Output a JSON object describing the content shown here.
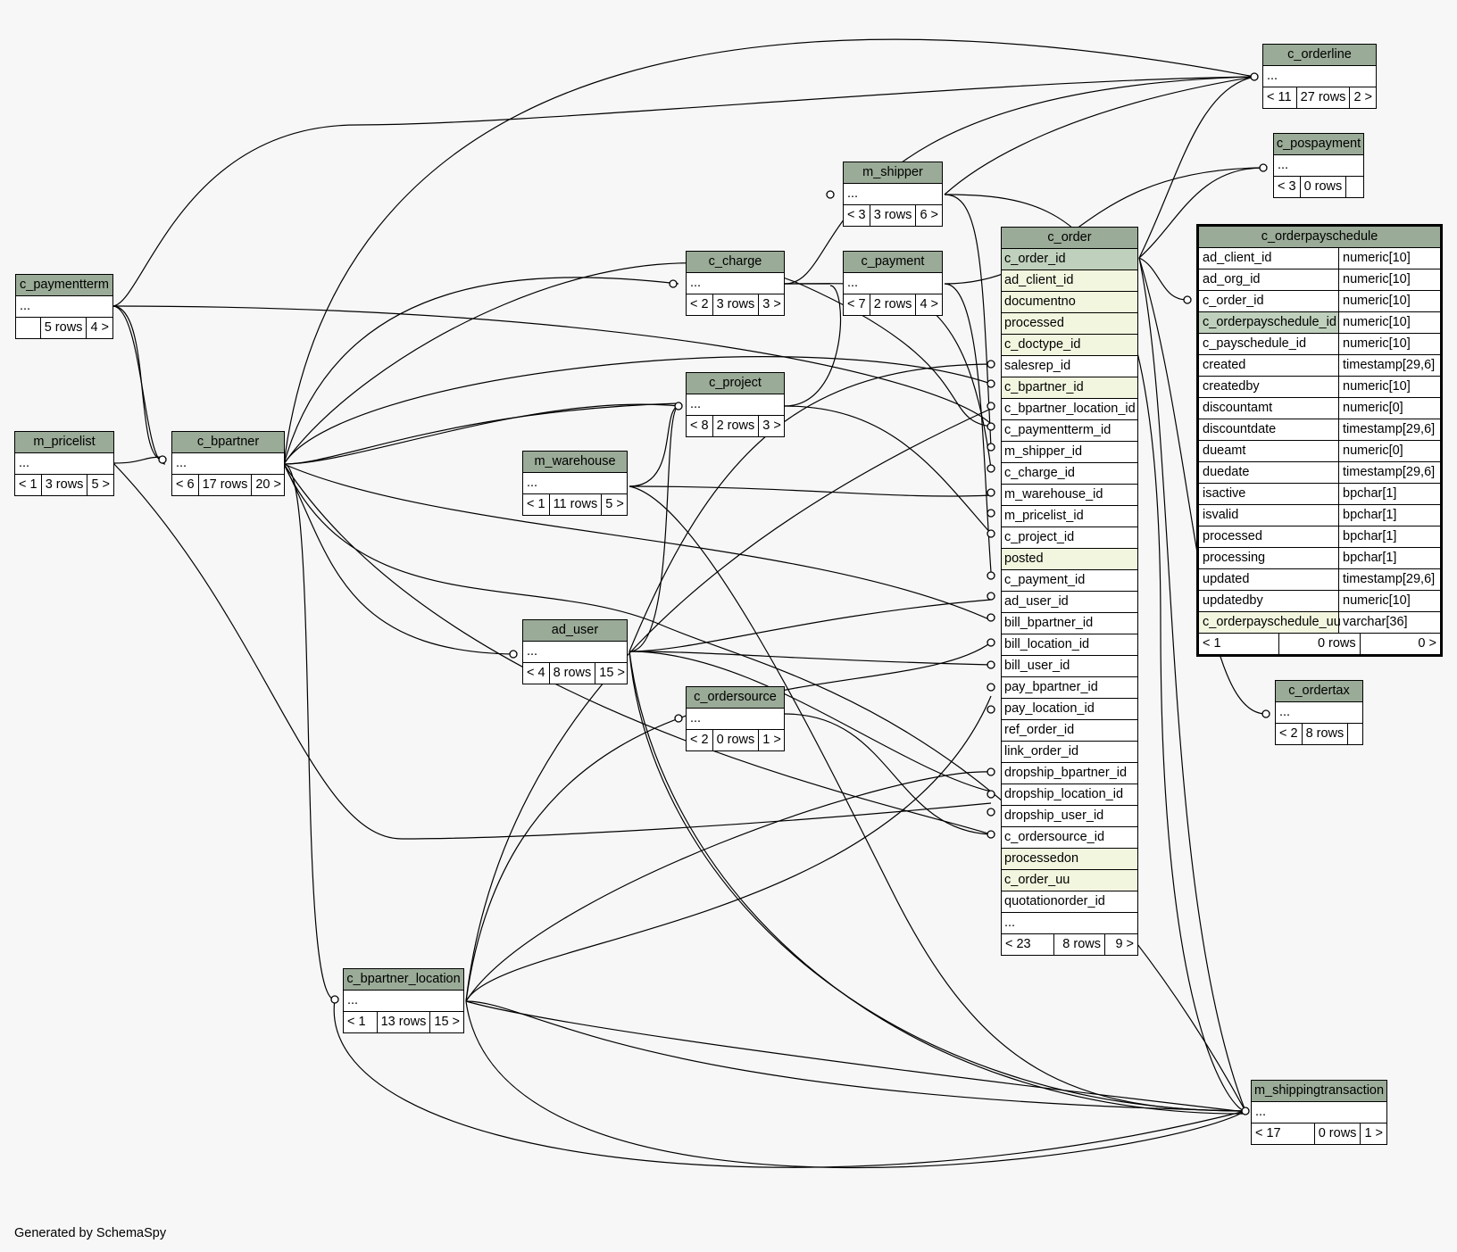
{
  "footer_text": "Generated by SchemaSpy",
  "colors": {
    "header": "#9aab97",
    "primary_key": "#bfd0bc",
    "highlight": "#f3f6df",
    "background": "#f7f7f7"
  },
  "tables": {
    "c_paymentterm": {
      "name": "c_paymentterm",
      "body": "...",
      "footer": [
        "",
        "5 rows",
        "4 >"
      ]
    },
    "m_pricelist": {
      "name": "m_pricelist",
      "body": "...",
      "footer": [
        "< 1",
        "3 rows",
        "5 >"
      ]
    },
    "c_bpartner": {
      "name": "c_bpartner",
      "body": "...",
      "footer": [
        "< 6",
        "17 rows",
        "20 >"
      ]
    },
    "c_charge": {
      "name": "c_charge",
      "body": "...",
      "footer": [
        "< 2",
        "3 rows",
        "3 >"
      ]
    },
    "m_shipper": {
      "name": "m_shipper",
      "body": "...",
      "footer": [
        "< 3",
        "3 rows",
        "6 >"
      ]
    },
    "c_payment": {
      "name": "c_payment",
      "body": "...",
      "footer": [
        "< 7",
        "2 rows",
        "4 >"
      ]
    },
    "c_project": {
      "name": "c_project",
      "body": "...",
      "footer": [
        "< 8",
        "2 rows",
        "3 >"
      ]
    },
    "m_warehouse": {
      "name": "m_warehouse",
      "body": "...",
      "footer": [
        "< 1",
        "11 rows",
        "5 >"
      ]
    },
    "ad_user": {
      "name": "ad_user",
      "body": "...",
      "footer": [
        "< 4",
        "8 rows",
        "15 >"
      ]
    },
    "c_ordersource": {
      "name": "c_ordersource",
      "body": "...",
      "footer": [
        "< 2",
        "0 rows",
        "1 >"
      ]
    },
    "c_bpartner_location": {
      "name": "c_bpartner_location",
      "body": "...",
      "footer": [
        "< 1",
        "13 rows",
        "15 >"
      ]
    },
    "c_orderline": {
      "name": "c_orderline",
      "body": "...",
      "footer": [
        "< 11",
        "27 rows",
        "2 >"
      ]
    },
    "c_pospayment": {
      "name": "c_pospayment",
      "body": "...",
      "footer": [
        "< 3",
        "0 rows",
        ""
      ]
    },
    "c_ordertax": {
      "name": "c_ordertax",
      "body": "...",
      "footer": [
        "< 2",
        "8 rows",
        ""
      ]
    },
    "m_shippingtransaction": {
      "name": "m_shippingtransaction",
      "body": "...",
      "footer": [
        "< 17",
        "0 rows",
        "1 >"
      ]
    }
  },
  "c_order": {
    "name": "c_order",
    "columns": [
      {
        "name": "c_order_id",
        "style": "pk"
      },
      {
        "name": "ad_client_id",
        "style": "hl"
      },
      {
        "name": "documentno",
        "style": "hl"
      },
      {
        "name": "processed",
        "style": "hl"
      },
      {
        "name": "c_doctype_id",
        "style": "hl"
      },
      {
        "name": "salesrep_id",
        "style": ""
      },
      {
        "name": "c_bpartner_id",
        "style": "hl"
      },
      {
        "name": "c_bpartner_location_id",
        "style": ""
      },
      {
        "name": "c_paymentterm_id",
        "style": ""
      },
      {
        "name": "m_shipper_id",
        "style": ""
      },
      {
        "name": "c_charge_id",
        "style": ""
      },
      {
        "name": "m_warehouse_id",
        "style": ""
      },
      {
        "name": "m_pricelist_id",
        "style": ""
      },
      {
        "name": "c_project_id",
        "style": ""
      },
      {
        "name": "posted",
        "style": "hl"
      },
      {
        "name": "c_payment_id",
        "style": ""
      },
      {
        "name": "ad_user_id",
        "style": ""
      },
      {
        "name": "bill_bpartner_id",
        "style": ""
      },
      {
        "name": "bill_location_id",
        "style": ""
      },
      {
        "name": "bill_user_id",
        "style": ""
      },
      {
        "name": "pay_bpartner_id",
        "style": ""
      },
      {
        "name": "pay_location_id",
        "style": ""
      },
      {
        "name": "ref_order_id",
        "style": ""
      },
      {
        "name": "link_order_id",
        "style": ""
      },
      {
        "name": "dropship_bpartner_id",
        "style": ""
      },
      {
        "name": "dropship_location_id",
        "style": ""
      },
      {
        "name": "dropship_user_id",
        "style": ""
      },
      {
        "name": "c_ordersource_id",
        "style": ""
      },
      {
        "name": "processedon",
        "style": "hl"
      },
      {
        "name": "c_order_uu",
        "style": "hl"
      },
      {
        "name": "quotationorder_id",
        "style": ""
      },
      {
        "name": "...",
        "style": ""
      }
    ],
    "footer": [
      "< 23",
      "8 rows",
      "9 >"
    ]
  },
  "c_orderpayschedule": {
    "name": "c_orderpayschedule",
    "columns": [
      {
        "name": "ad_client_id",
        "type": "numeric[10]",
        "style": ""
      },
      {
        "name": "ad_org_id",
        "type": "numeric[10]",
        "style": ""
      },
      {
        "name": "c_order_id",
        "type": "numeric[10]",
        "style": ""
      },
      {
        "name": "c_orderpayschedule_id",
        "type": "numeric[10]",
        "style": "pk"
      },
      {
        "name": "c_payschedule_id",
        "type": "numeric[10]",
        "style": ""
      },
      {
        "name": "created",
        "type": "timestamp[29,6]",
        "style": ""
      },
      {
        "name": "createdby",
        "type": "numeric[10]",
        "style": ""
      },
      {
        "name": "discountamt",
        "type": "numeric[0]",
        "style": ""
      },
      {
        "name": "discountdate",
        "type": "timestamp[29,6]",
        "style": ""
      },
      {
        "name": "dueamt",
        "type": "numeric[0]",
        "style": ""
      },
      {
        "name": "duedate",
        "type": "timestamp[29,6]",
        "style": ""
      },
      {
        "name": "isactive",
        "type": "bpchar[1]",
        "style": ""
      },
      {
        "name": "isvalid",
        "type": "bpchar[1]",
        "style": ""
      },
      {
        "name": "processed",
        "type": "bpchar[1]",
        "style": ""
      },
      {
        "name": "processing",
        "type": "bpchar[1]",
        "style": ""
      },
      {
        "name": "updated",
        "type": "timestamp[29,6]",
        "style": ""
      },
      {
        "name": "updatedby",
        "type": "numeric[10]",
        "style": ""
      },
      {
        "name": "c_orderpayschedule_uu",
        "type": "varchar[36]",
        "style": "hl"
      }
    ],
    "footer": [
      "< 1",
      "0 rows",
      "0 >"
    ]
  }
}
